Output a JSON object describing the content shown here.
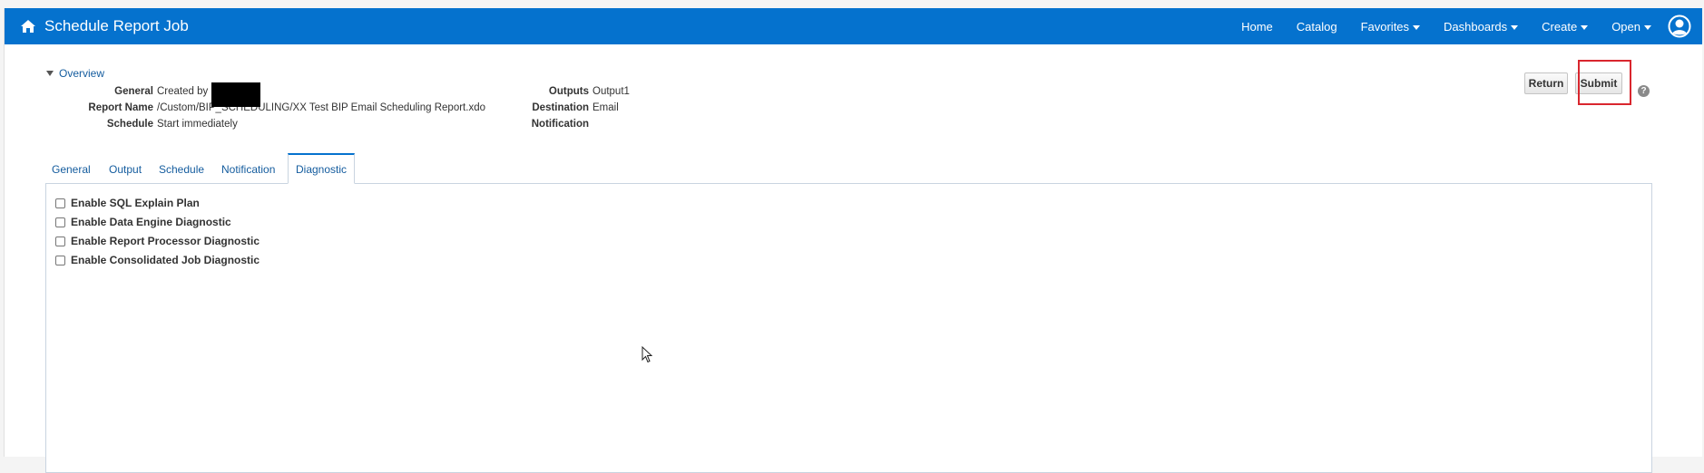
{
  "header": {
    "title": "Schedule Report Job",
    "nav": [
      {
        "label": "Home",
        "dropdown": false
      },
      {
        "label": "Catalog",
        "dropdown": false
      },
      {
        "label": "Favorites",
        "dropdown": true
      },
      {
        "label": "Dashboards",
        "dropdown": true
      },
      {
        "label": "Create",
        "dropdown": true
      },
      {
        "label": "Open",
        "dropdown": true
      }
    ],
    "bar_color": "#0572ce"
  },
  "overview": {
    "label": "Overview",
    "general_key": "General",
    "general_value": "Created by",
    "report_name_key": "Report Name",
    "report_name_value": "/Custom/BIP_SCHEDULING/XX Test BIP Email Scheduling Report.xdo",
    "schedule_key": "Schedule",
    "schedule_value": "Start immediately",
    "outputs_key": "Outputs",
    "outputs_value": "Output1",
    "destination_key": "Destination",
    "destination_value": "Email",
    "notification_key": "Notification",
    "notification_value": ""
  },
  "actions": {
    "return_label": "Return",
    "submit_label": "Submit",
    "help_label": "?"
  },
  "tabs": [
    {
      "label": "General",
      "active": false
    },
    {
      "label": "Output",
      "active": false
    },
    {
      "label": "Schedule",
      "active": false
    },
    {
      "label": "Notification",
      "active": false
    },
    {
      "label": "Diagnostic",
      "active": true
    }
  ],
  "diagnostic": {
    "options": [
      {
        "label": "Enable SQL Explain Plan",
        "checked": false
      },
      {
        "label": "Enable Data Engine Diagnostic",
        "checked": false
      },
      {
        "label": "Enable Report Processor Diagnostic",
        "checked": false
      },
      {
        "label": "Enable Consolidated Job Diagnostic",
        "checked": false
      }
    ]
  },
  "icons": {
    "home": "home-icon",
    "user": "user-icon",
    "help": "help-icon",
    "cursor": "mouse-pointer-icon"
  }
}
